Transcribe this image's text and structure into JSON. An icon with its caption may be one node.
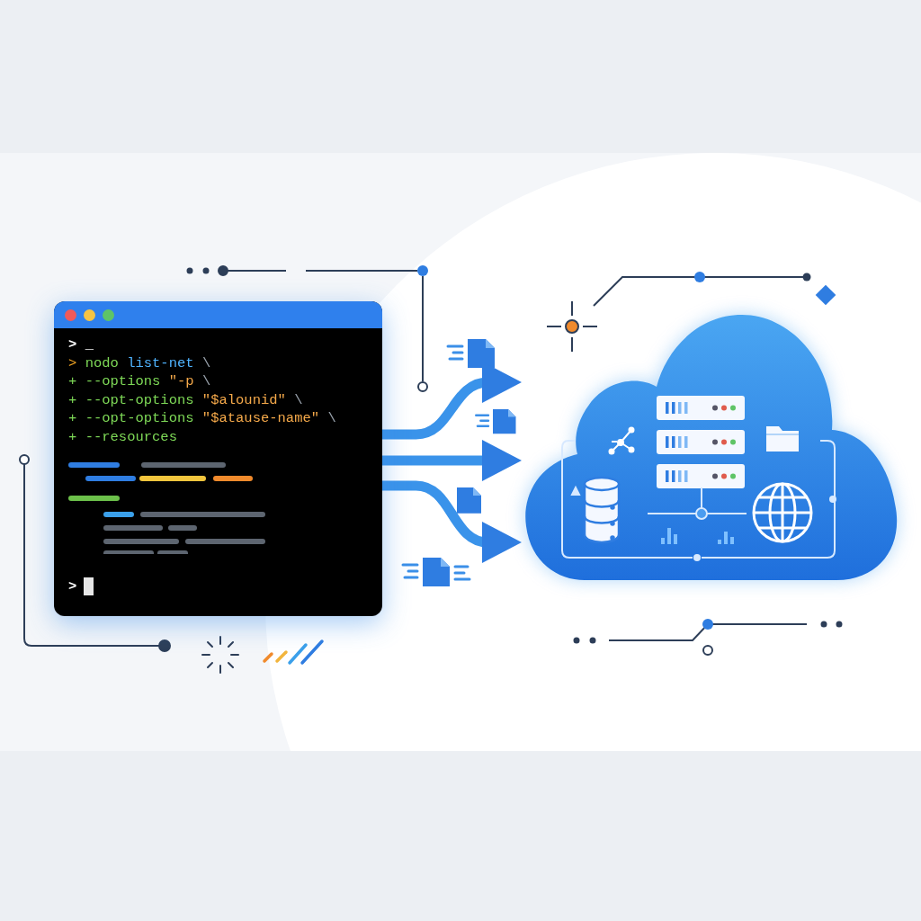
{
  "diagram": {
    "nodes": [
      {
        "text": [
          "> _",
          "> nodo list-net \\",
          "+ --options \"-p \\",
          "+ --opt-options \"$alounid\" \\",
          "+ --opt-options \"$atause-name\" \\",
          "+ --resources",
          ">"
        ]
      },
      {
        "text": [],
        "shape": "cloud"
      }
    ],
    "edges": [
      {
        "from": 0,
        "to": 1,
        "arrow": "to"
      },
      {
        "from": 0,
        "to": 1,
        "arrow": "to"
      },
      {
        "from": 0,
        "to": 1,
        "arrow": "to"
      }
    ]
  }
}
